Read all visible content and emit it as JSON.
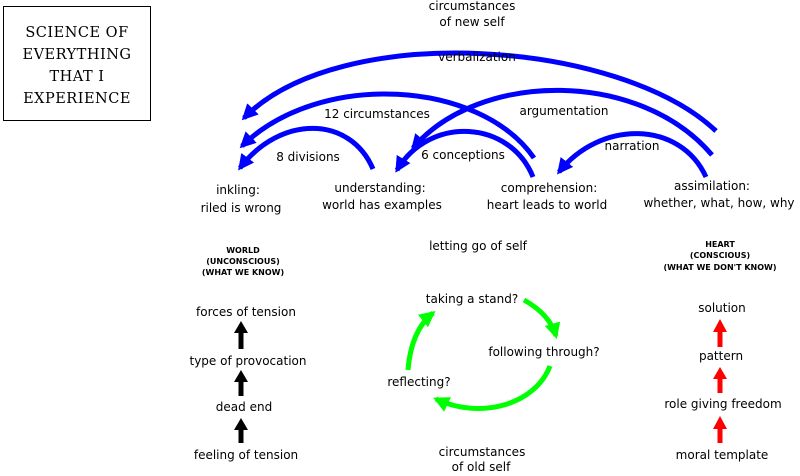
{
  "title_lines": [
    "SCIENCE OF",
    "EVERYTHING",
    "THAT I",
    "EXPERIENCE"
  ],
  "top": {
    "new_self": [
      "circumstances",
      "of new self"
    ],
    "verbalization": "verbalization",
    "argumentation": "argumentation",
    "twelve_circumstances": "12 circumstances",
    "narration": "narration",
    "eight_divisions": "8 divisions",
    "six_conceptions": "6 conceptions"
  },
  "stages": {
    "inkling": [
      "inkling:",
      "riled is wrong"
    ],
    "understanding": [
      "understanding:",
      "world has examples"
    ],
    "comprehension": [
      "comprehension:",
      "heart leads to world"
    ],
    "assimilation": [
      "assimilation:",
      "whether, what, how, why"
    ]
  },
  "world": {
    "header": [
      "WORLD",
      "(UNCONSCIOUS)",
      "(WHAT WE KNOW)"
    ],
    "items": [
      "forces of tension",
      "type of provocation",
      "dead end",
      "feeling of tension"
    ]
  },
  "heart": {
    "header": [
      "HEART",
      "(CONSCIOUS)",
      "(WHAT WE DON'T KNOW)"
    ],
    "items": [
      "solution",
      "pattern",
      "role giving freedom",
      "moral template"
    ]
  },
  "cycle": {
    "top_label": "letting go of self",
    "steps": [
      "taking a stand?",
      "following through?",
      "reflecting?"
    ],
    "bottom": [
      "circumstances",
      "of old self"
    ]
  },
  "colors": {
    "blue": "#0000ff",
    "green": "#00ff00",
    "red": "#ff0000",
    "black": "#000000"
  }
}
